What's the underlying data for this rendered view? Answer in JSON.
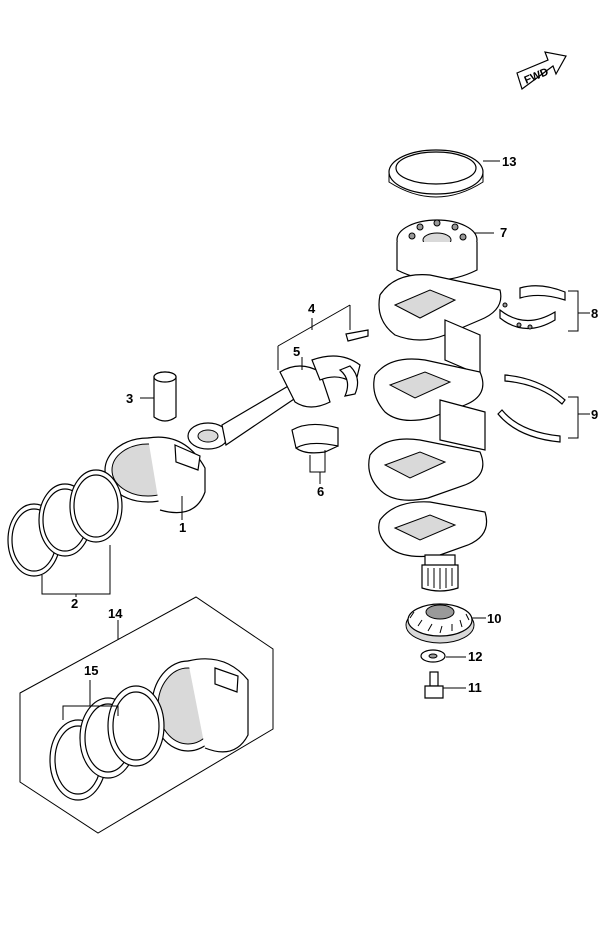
{
  "direction_marker": {
    "label": "FWD",
    "icon": "forward-arrow-icon"
  },
  "callouts": {
    "p1": "1",
    "p2": "2",
    "p3": "3",
    "p4": "4",
    "p5": "5",
    "p6": "6",
    "p7": "7",
    "p8": "8",
    "p9": "9",
    "p10": "10",
    "p11": "11",
    "p12": "12",
    "p13": "13",
    "p14": "14",
    "p15": "15"
  },
  "colors": {
    "line": "#000000",
    "background": "#ffffff",
    "shade": "#d9d9d9"
  }
}
